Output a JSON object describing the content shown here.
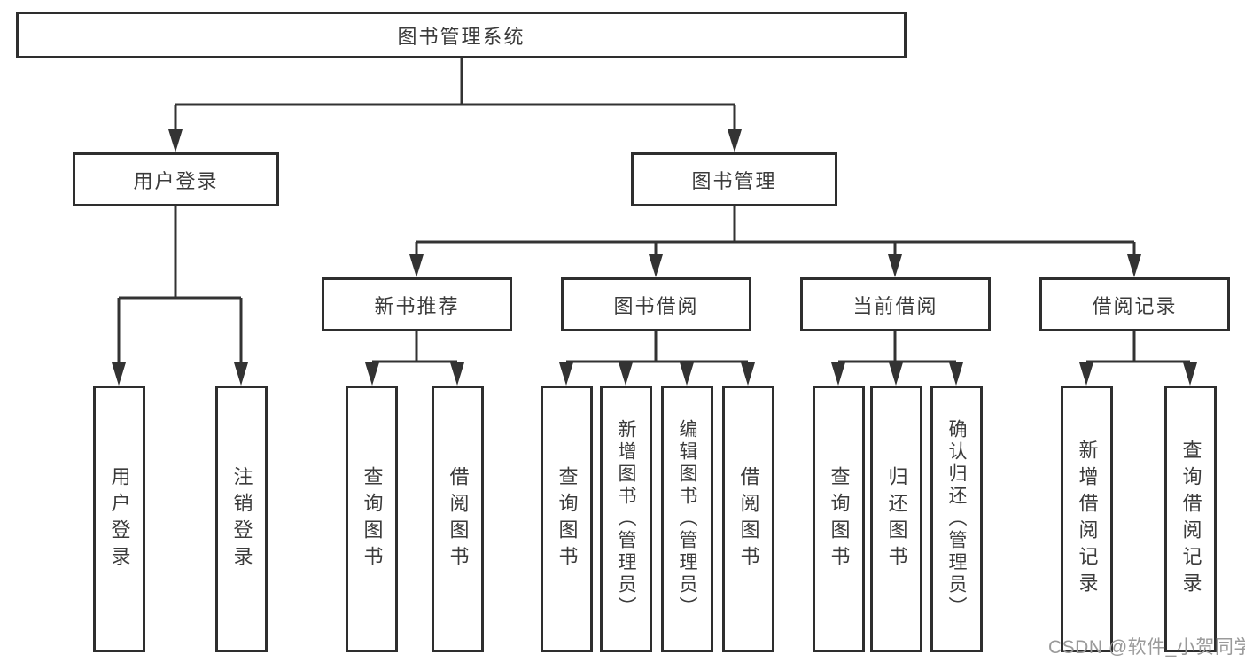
{
  "tree": {
    "label": "图书管理系统",
    "children": [
      {
        "label": "用户登录",
        "children": [
          {
            "label": "用户登录"
          },
          {
            "label": "注销登录"
          }
        ]
      },
      {
        "label": "图书管理",
        "children": [
          {
            "label": "新书推荐",
            "children": [
              {
                "label": "查询图书"
              },
              {
                "label": "借阅图书"
              }
            ]
          },
          {
            "label": "图书借阅",
            "children": [
              {
                "label": "查询图书"
              },
              {
                "label": "新增图书（管理员）"
              },
              {
                "label": "编辑图书（管理员）"
              },
              {
                "label": "借阅图书"
              }
            ]
          },
          {
            "label": "当前借阅",
            "children": [
              {
                "label": "查询图书"
              },
              {
                "label": "归还图书"
              },
              {
                "label": "确认归还（管理员）"
              }
            ]
          },
          {
            "label": "借阅记录",
            "children": [
              {
                "label": "新增借阅记录"
              },
              {
                "label": "查询借阅记录"
              }
            ]
          }
        ]
      }
    ]
  },
  "watermark": {
    "text": "CSDN @软件_小贺同学"
  },
  "colors": {
    "line": "#333333",
    "box_border": "#2e2e2e",
    "text": "#3b3b3b",
    "watermark": "#9a9a9a",
    "background": "#ffffff"
  }
}
